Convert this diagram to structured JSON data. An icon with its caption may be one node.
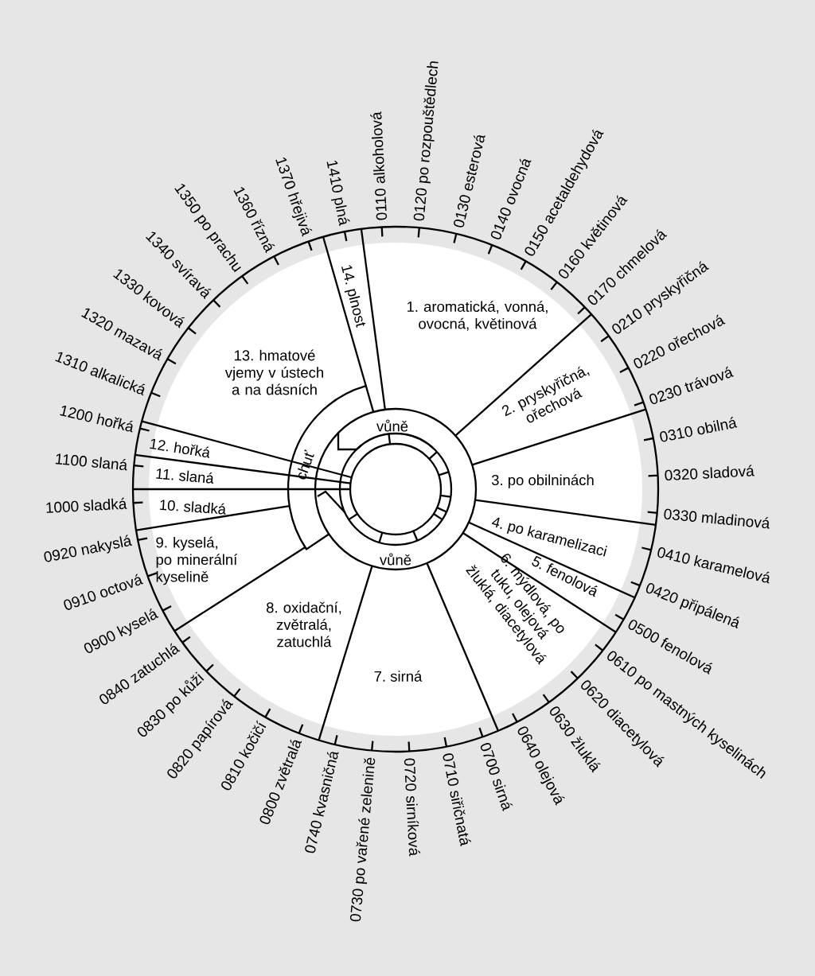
{
  "diagram": {
    "nodes": [
      {
        "text": [
          "1. aromatická, vonná, ovocná, květinová"
        ]
      },
      {
        "text": [
          "2. pryskyřičná, ořechová"
        ]
      },
      {
        "text": [
          "3. po obilninách"
        ]
      },
      {
        "text": [
          "4. po karamelizaci"
        ]
      },
      {
        "text": [
          "5. fenolová"
        ]
      },
      {
        "text": [
          "6. mýdlová, po tuku, olejová žluklá, diacetylová"
        ]
      },
      {
        "text": [
          "7. sirná"
        ]
      },
      {
        "text": [
          "8. oxidační, zvětralá, zatuchlá"
        ]
      },
      {
        "text": [
          "9. kyselá, po minerální kyselině"
        ]
      },
      {
        "text": [
          "10. sladká"
        ]
      },
      {
        "text": [
          "11. slaná"
        ]
      },
      {
        "text": [
          "12. hořká"
        ]
      },
      {
        "text": [
          "13. hmatové vjemy v ústech a na dásních"
        ]
      },
      {
        "text": [
          "14. plnost"
        ]
      },
      {
        "text": [
          "vůně"
        ]
      },
      {
        "text": [
          "chuť"
        ]
      },
      {
        "text": [
          "vůně"
        ]
      }
    ],
    "labels": [
      "1310 alkalická",
      "1320 mazavá",
      "1330 kovová",
      "1340 svíravá",
      "1350 po prachu",
      "1360 řízná",
      "1370 hřejivá",
      "1410 plná",
      "0110 alkoholová",
      "0120 po rozpouštědlech",
      "0130 esterová",
      "0140 ovocná",
      "0150 acetaldehydová",
      "0160 květinová",
      "0170 chmelová",
      "0210 pryskyřičná",
      "0220 ořechová",
      "0230 trávová",
      "1200 hořká",
      "0310 obilná",
      "1100 slaná",
      "0320 sladová",
      "1000 sladká",
      "0330 mladinová",
      "0920 nakyslá",
      "0910 octová",
      "0900 kyselá",
      "0840 zatuchlá",
      "0830 po kůži",
      "0820 papírová",
      "0810 kočičí",
      "0800 zvětralá",
      "0740 kvasničná",
      "0730 po vařené zelenině",
      "0720 sirníková",
      "0710 siřičnatá",
      "0700 sirná",
      "0640 olejová",
      "0630 žluklá",
      "0620 diacetylová",
      "0610 po mastných kyselinách",
      "0500 fenolová",
      "0420 připálená",
      "0410 karamelová"
    ]
  }
}
